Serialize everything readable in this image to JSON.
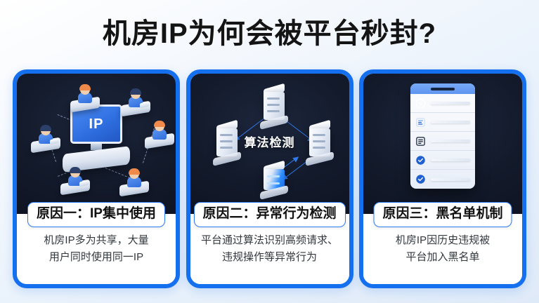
{
  "page": {
    "title": "机房IP为何会被平台秒封?",
    "background_color": "#eaf2fb",
    "accent_color": "#1570ef",
    "card_bg_color": "#131a2b"
  },
  "cards": [
    {
      "heading": "原因一：IP集中使用",
      "desc_line1": "机房IP多为共享，大量",
      "desc_line2": "用户同时使用同一IP",
      "illustration": {
        "type": "ip-hub-network",
        "center_label": "IP",
        "node_count": 6
      }
    },
    {
      "heading": "原因二：异常行为检测",
      "desc_line1": "平台通过算法识别高频请求、",
      "desc_line2": "违规操作等异常行为",
      "illustration": {
        "type": "server-diamond",
        "center_label": "算法检测",
        "node_count": 4
      }
    },
    {
      "heading": "原因三：黑名单机制",
      "desc_line1": "机房IP因历史违规被",
      "desc_line2": "平台加入黑名单",
      "illustration": {
        "type": "phone-checklist",
        "rows": [
          {
            "icon": "check-circle-outline-icon"
          },
          {
            "icon": "document-list-icon"
          },
          {
            "icon": "document-lines-icon"
          },
          {
            "icon": "check-circle-filled-icon"
          },
          {
            "icon": "check-circle-filled-icon"
          }
        ]
      }
    }
  ]
}
